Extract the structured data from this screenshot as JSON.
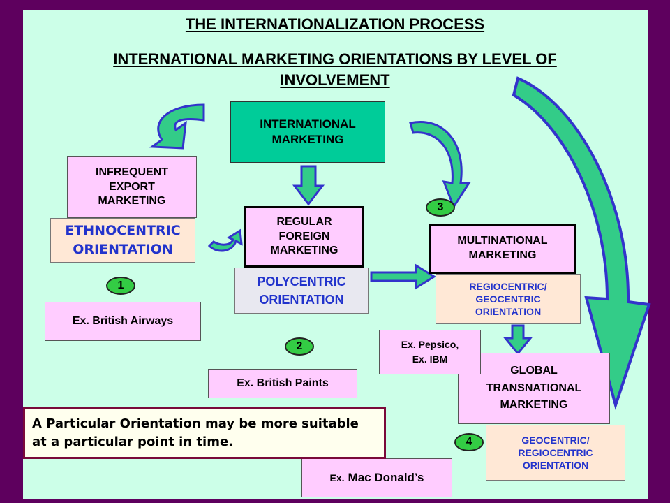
{
  "title": "THE INTERNATIONALIZATION PROCESS",
  "subtitle": "INTERNATIONAL MARKETING ORIENTATIONS BY LEVEL OF INVOLVEMENT",
  "boxes": {
    "international_marketing": "INTERNATIONAL MARKETING",
    "infrequent_export": "INFREQUENT EXPORT MARKETING",
    "ethnocentric": "ETHNOCENTRIC ORIENTATION",
    "regular_foreign": "REGULAR FOREIGN MARKETING",
    "polycentric": "POLYCENTRIC ORIENTATION",
    "multinational": "MULTINATIONAL MARKETING",
    "regiocentric_geocentric": "REGIOCENTRIC/ GEOCENTRIC ORIENTATION",
    "global_transnational": "GLOBAL TRANSNATIONAL MARKETING",
    "geocentric_regiocentric": "GEOCENTRIC/ REGIOCENTRIC ORIENTATION"
  },
  "examples": {
    "british_airways": "Ex. British Airways",
    "british_paints": "Ex. British Paints",
    "pepsico_ibm_line1": "Ex. Pepsico,",
    "pepsico_ibm_line2": "Ex. IBM",
    "mac_donalds_prefix": "Ex.",
    "mac_donalds": "Mac Donald’s"
  },
  "stages": [
    "1",
    "2",
    "3",
    "4"
  ],
  "note": "A Particular Orientation may be more suitable at a particular point in time.",
  "colors": {
    "frame": "#5e005e",
    "background": "#ccffe8",
    "box_green": "#00cc99",
    "box_pink": "#ffccff",
    "orientation_text": "#2233cc",
    "arrow_fill": "#33cc88",
    "arrow_stroke": "#3333cc",
    "stage_circle": "#33cc44"
  }
}
